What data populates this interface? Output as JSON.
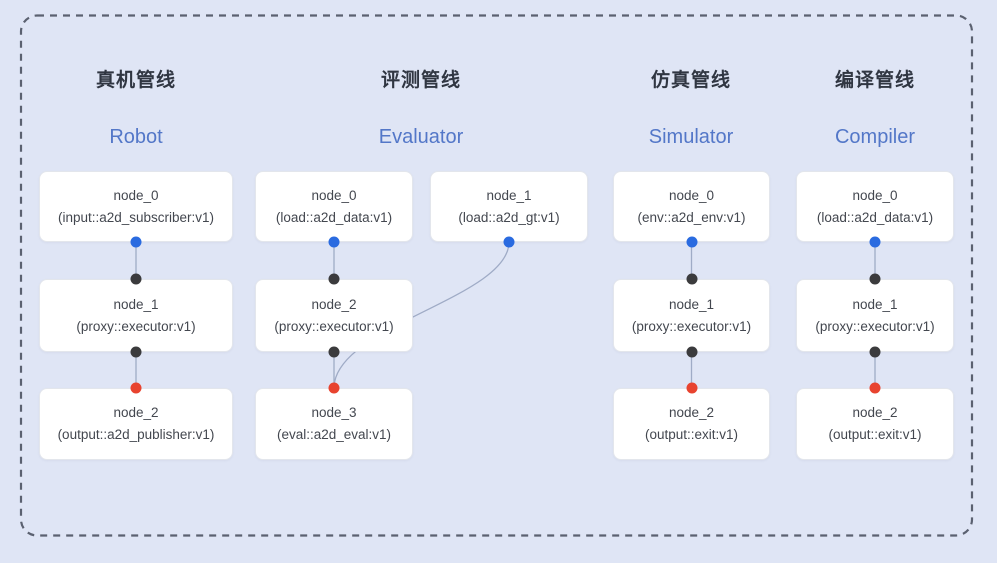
{
  "pipelines": [
    {
      "title": "真机管线",
      "subtitle": "Robot",
      "nodes": [
        {
          "name": "node_0",
          "type": "(input::a2d_subscriber:v1)"
        },
        {
          "name": "node_1",
          "type": "(proxy::executor:v1)"
        },
        {
          "name": "node_2",
          "type": "(output::a2d_publisher:v1)"
        }
      ],
      "connections": [
        "node_0 -> node_1",
        "node_1 -> node_2"
      ]
    },
    {
      "title": "评测管线",
      "subtitle": "Evaluator",
      "nodes": [
        {
          "name": "node_0",
          "type": "(load::a2d_data:v1)"
        },
        {
          "name": "node_1",
          "type": "(load::a2d_gt:v1)"
        },
        {
          "name": "node_2",
          "type": "(proxy::executor:v1)"
        },
        {
          "name": "node_3",
          "type": "(eval::a2d_eval:v1)"
        }
      ],
      "connections": [
        "node_0 -> node_2",
        "node_1 -> node_3",
        "node_2 -> node_3"
      ]
    },
    {
      "title": "仿真管线",
      "subtitle": "Simulator",
      "nodes": [
        {
          "name": "node_0",
          "type": "(env::a2d_env:v1)"
        },
        {
          "name": "node_1",
          "type": "(proxy::executor:v1)"
        },
        {
          "name": "node_2",
          "type": "(output::exit:v1)"
        }
      ],
      "connections": [
        "node_0 -> node_1",
        "node_1 -> node_2"
      ]
    },
    {
      "title": "编译管线",
      "subtitle": "Compiler",
      "nodes": [
        {
          "name": "node_0",
          "type": "(load::a2d_data:v1)"
        },
        {
          "name": "node_1",
          "type": "(proxy::executor:v1)"
        },
        {
          "name": "node_2",
          "type": "(output::exit:v1)"
        }
      ],
      "connections": [
        "node_0 -> node_1",
        "node_1 -> node_2"
      ]
    }
  ],
  "colors": {
    "background": "#dfe5f5",
    "dashed_border": "#5b6170",
    "node_fill": "#ffffff",
    "node_border": "#e3e6ec",
    "node_text": "#43474f",
    "title_text": "#303642",
    "subtitle_text": "#5377c8",
    "edge": "#9fabc6",
    "dot_blue": "#2a6be0",
    "dot_black": "#3b3b3d",
    "dot_red": "#e8432f"
  }
}
